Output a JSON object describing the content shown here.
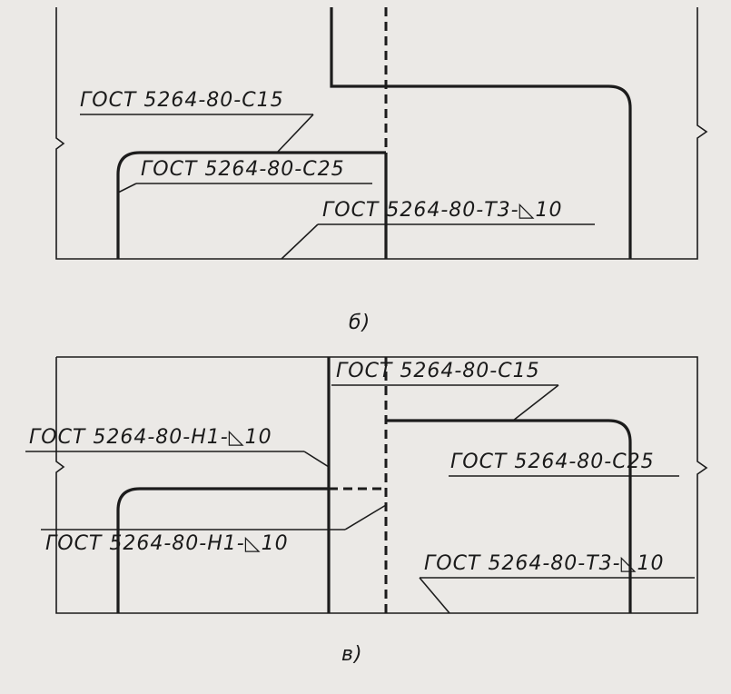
{
  "figure_b": {
    "caption": "б)",
    "labels": {
      "c15": "ГОСТ 5264-80-С15",
      "c25": "ГОСТ 5264-80-С25",
      "t3": "ГОСТ 5264-80-Т3-◺10"
    }
  },
  "figure_v": {
    "caption": "в)",
    "labels": {
      "c15": "ГОСТ 5264-80-С15",
      "h1_top": "ГОСТ 5264-80-Н1-◺10",
      "c25": "ГОСТ 5264-80-С25",
      "h1_bottom": "ГОСТ 5264-80-Н1-◺10",
      "t3": "ГОСТ 5264-80-Т3-◺10"
    }
  }
}
